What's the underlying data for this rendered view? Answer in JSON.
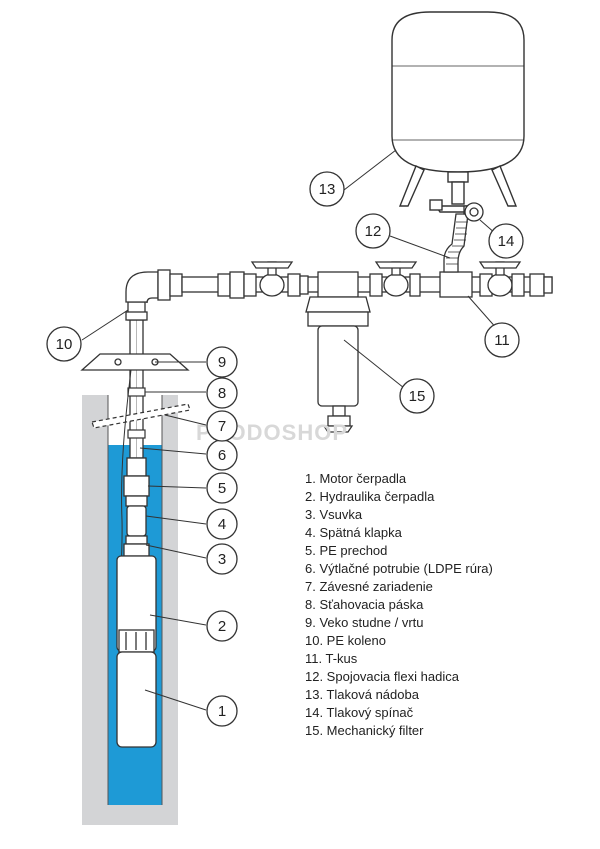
{
  "legend": [
    "1. Motor čerpadla",
    "2. Hydraulika čerpadla",
    "3. Vsuvka",
    "4. Spätná klapka",
    "5. PE prechod",
    "6. Výtlačné potrubie (LDPE rúra)",
    "7. Závesné zariadenie",
    "8. Sťahovacia páska",
    "9. Veko studne / vrtu",
    "10. PE koleno",
    "11. T-kus",
    "12. Spojovacia flexi hadica",
    "13. Tlaková nádoba",
    "14. Tlakový spínač",
    "15. Mechanický filter"
  ],
  "callouts": [
    "1",
    "2",
    "3",
    "4",
    "5",
    "6",
    "7",
    "8",
    "9",
    "10",
    "11",
    "12",
    "13",
    "14",
    "15"
  ],
  "watermark": "PRODOSHOP",
  "colors": {
    "water": "#1e9ad6",
    "well_wall": "#d3d4d6",
    "line": "#333333",
    "part_fill": "#ffffff",
    "watermark": "#d8d8d8"
  }
}
